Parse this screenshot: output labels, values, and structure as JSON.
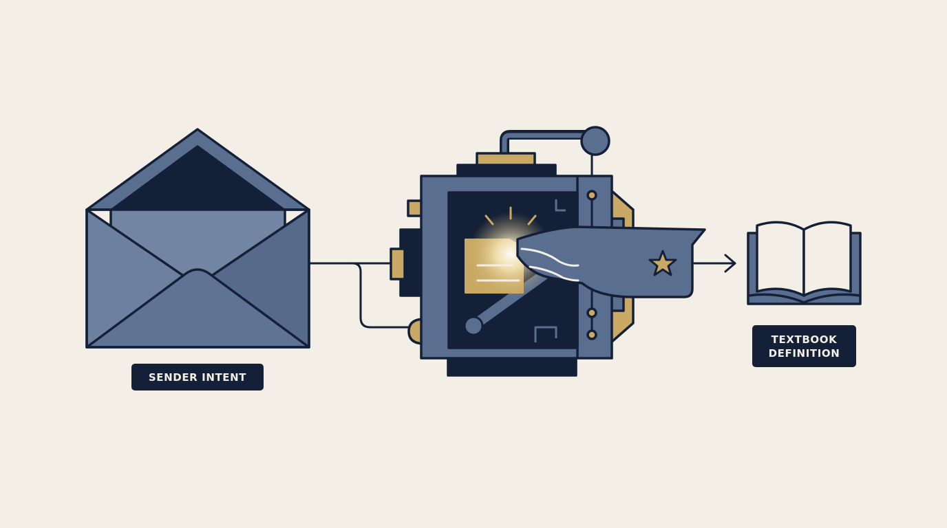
{
  "labels": {
    "sender": "SENDER INTENT",
    "textbook_line1": "TEXTBOOK",
    "textbook_line2": "DEFINITION"
  },
  "icons": {
    "input": "envelope-icon",
    "processor": "decoder-machine-icon",
    "output": "open-book-icon",
    "badge": "star-icon"
  },
  "colors": {
    "background": "#f3efe7",
    "navy": "#142037",
    "slate": "#5a6f8f",
    "slate_light": "#7285a3",
    "gold": "#c9a964",
    "label_text": "#f3efe7"
  }
}
